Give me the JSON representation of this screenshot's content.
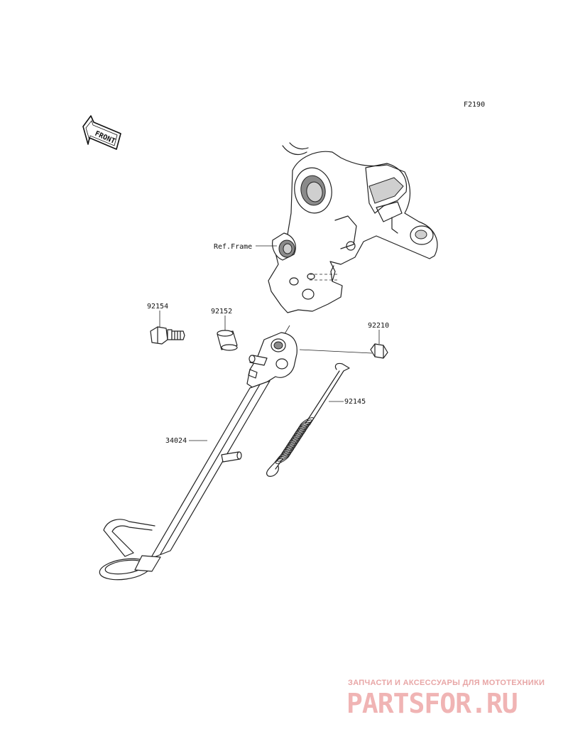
{
  "diagram_code": "F2190",
  "front_indicator": "FRONT",
  "ref_label": "Ref.Frame",
  "part_labels": {
    "bolt": "92154",
    "collar": "92152",
    "nut": "92210",
    "spring": "92145",
    "stand": "34024"
  },
  "watermark": {
    "tagline": "ЗАПЧАСТИ И АКСЕССУАРЫ ДЛЯ МОТОТЕХНИКИ",
    "brand": "PARTSFOR.RU"
  },
  "colors": {
    "line": "#222222",
    "watermark": "#f0b4b4"
  }
}
